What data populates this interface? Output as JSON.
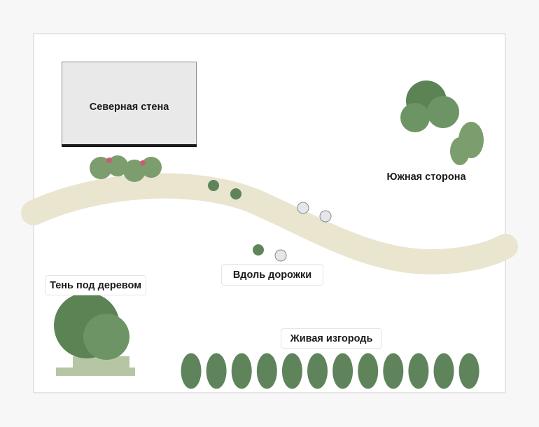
{
  "labels": {
    "north_wall": "Северная стена",
    "south_side": "Южная сторона",
    "along_path": "Вдоль дорожки",
    "tree_shade": "Тень под деревом",
    "hedge": "Живая изгородь"
  },
  "colors": {
    "page_background": "#f7f7f7",
    "plan_background": "#ffffff",
    "plan_border": "#dedede",
    "wall_fill": "#e9e9e9",
    "wall_edge": "#1a1a1a",
    "path": "#e9e5cf",
    "shrub_dark": "#5b8354",
    "shrub_mid": "#6d9464",
    "shrub_light": "#7c9e6e",
    "flower_pink": "#c75e78",
    "stone": "#e5e6ea",
    "bench": "#b6c6a5",
    "hedge": "#5f845b"
  },
  "counts": {
    "hedge_plants": 12
  }
}
